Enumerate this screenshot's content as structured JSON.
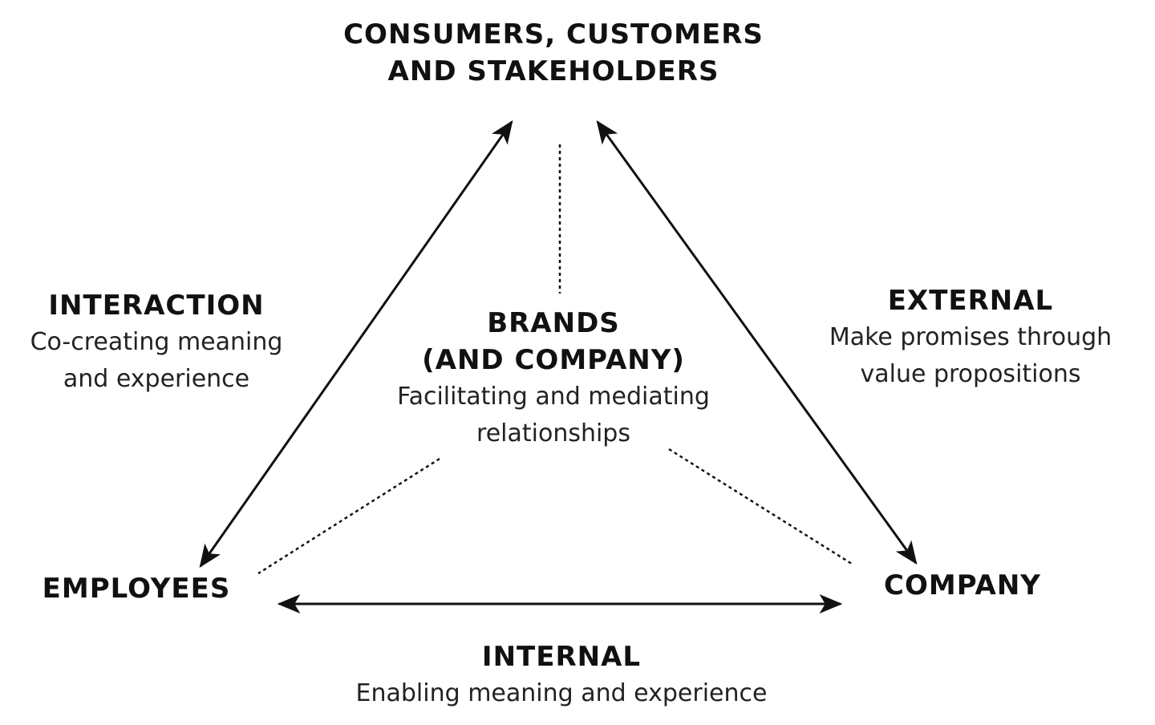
{
  "diagram": {
    "nodes": {
      "consumers": {
        "title_line1": "CONSUMERS, CUSTOMERS",
        "title_line2": "AND STAKEHOLDERS"
      },
      "employees": {
        "title": "EMPLOYEES"
      },
      "company": {
        "title": "COMPANY"
      },
      "brands": {
        "title_line1": "BRANDS",
        "title_line2": "(AND COMPANY)",
        "desc_line1": "Facilitating and mediating",
        "desc_line2": "relationships"
      }
    },
    "relationships": {
      "interaction": {
        "title": "INTERACTION",
        "desc_line1": "Co-creating meaning",
        "desc_line2": "and experience"
      },
      "external": {
        "title": "EXTERNAL",
        "desc_line1": "Make promises through",
        "desc_line2": "value propositions"
      },
      "internal": {
        "title": "INTERNAL",
        "desc_line1": "Enabling meaning and experience"
      }
    },
    "edges": [
      {
        "from": "employees",
        "to": "consumers",
        "style": "solid",
        "arrows": "both"
      },
      {
        "from": "company",
        "to": "consumers",
        "style": "solid",
        "arrows": "both"
      },
      {
        "from": "employees",
        "to": "company",
        "style": "solid",
        "arrows": "both"
      },
      {
        "from": "brands",
        "to": "consumers",
        "style": "dotted",
        "arrows": "none"
      },
      {
        "from": "brands",
        "to": "employees",
        "style": "dotted",
        "arrows": "none"
      },
      {
        "from": "brands",
        "to": "company",
        "style": "dotted",
        "arrows": "none"
      }
    ],
    "colors": {
      "ink": "#111111"
    }
  }
}
